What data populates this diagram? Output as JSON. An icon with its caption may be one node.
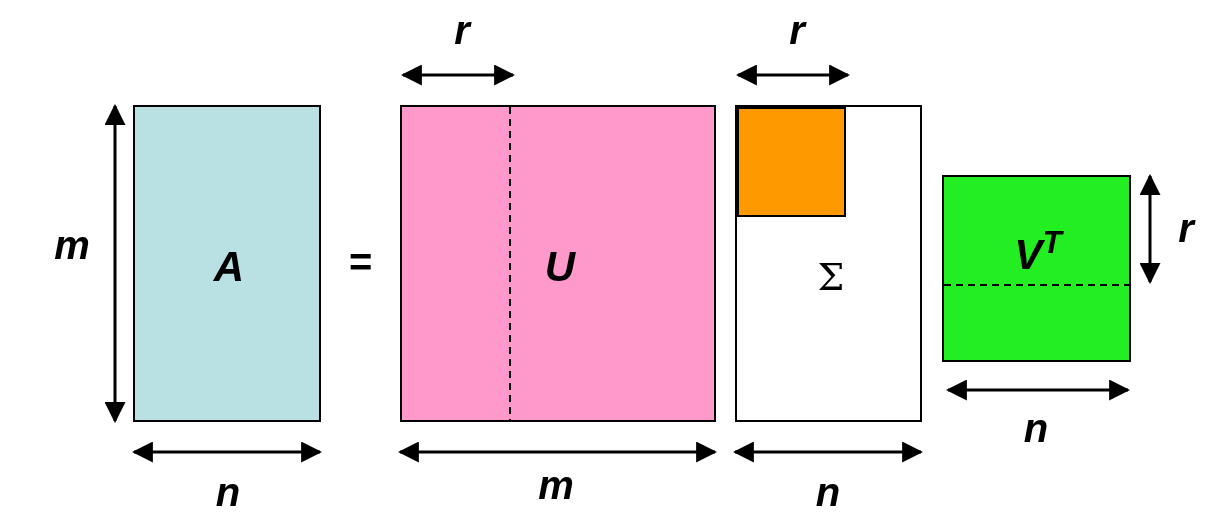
{
  "diagram": {
    "nodes": [
      {
        "text": [
          "A"
        ]
      },
      {
        "text": [
          "U"
        ]
      },
      {
        "text": [
          "Σ"
        ]
      },
      {
        "text": [],
        "shape": "box",
        "in": 2
      },
      {
        "text": [
          "V$^{T}$"
        ]
      }
    ],
    "labels": [
      "r",
      "r",
      "m",
      "=",
      "r",
      "n",
      "n",
      "m",
      "n"
    ]
  }
}
